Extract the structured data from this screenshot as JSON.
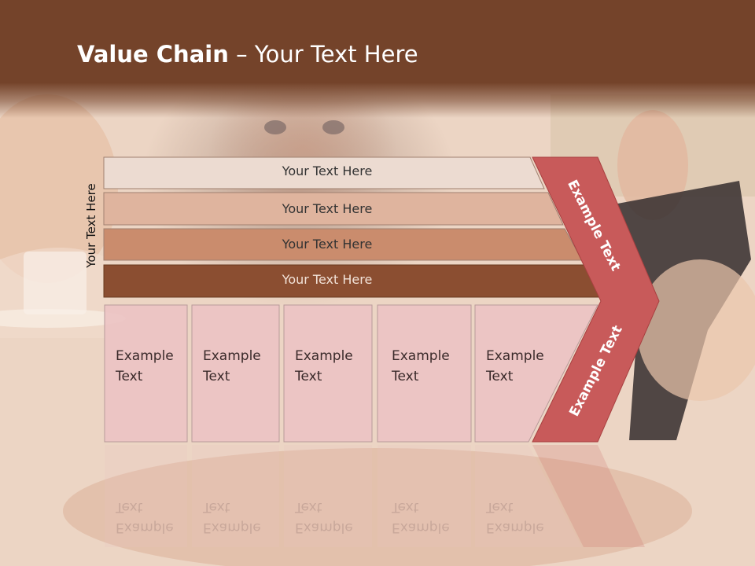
{
  "title": {
    "strong": "Value Chain",
    "rest": " – Your Text Here"
  },
  "side_label": "Your Text Here",
  "bands": [
    {
      "label": "Your Text Here",
      "fill": "#ecdbd1"
    },
    {
      "label": "Your Text Here",
      "fill": "#dfb49e"
    },
    {
      "label": "Your Text Here",
      "fill": "#ca8c6d"
    },
    {
      "label": "Your Text Here",
      "fill": "#8b4e31"
    }
  ],
  "boxes": [
    {
      "line1": "Example",
      "line2": "Text"
    },
    {
      "line1": "Example",
      "line2": "Text"
    },
    {
      "line1": "Example",
      "line2": "Text"
    },
    {
      "line1": "Example",
      "line2": "Text"
    },
    {
      "line1": "Example",
      "line2": "Text"
    }
  ],
  "chevron": {
    "upper_label": "Example Text",
    "lower_label": "Example Text",
    "fill": "#c85a5a"
  },
  "colors": {
    "title_bar": "#74432a",
    "box_fill": "#ebc3c3"
  }
}
